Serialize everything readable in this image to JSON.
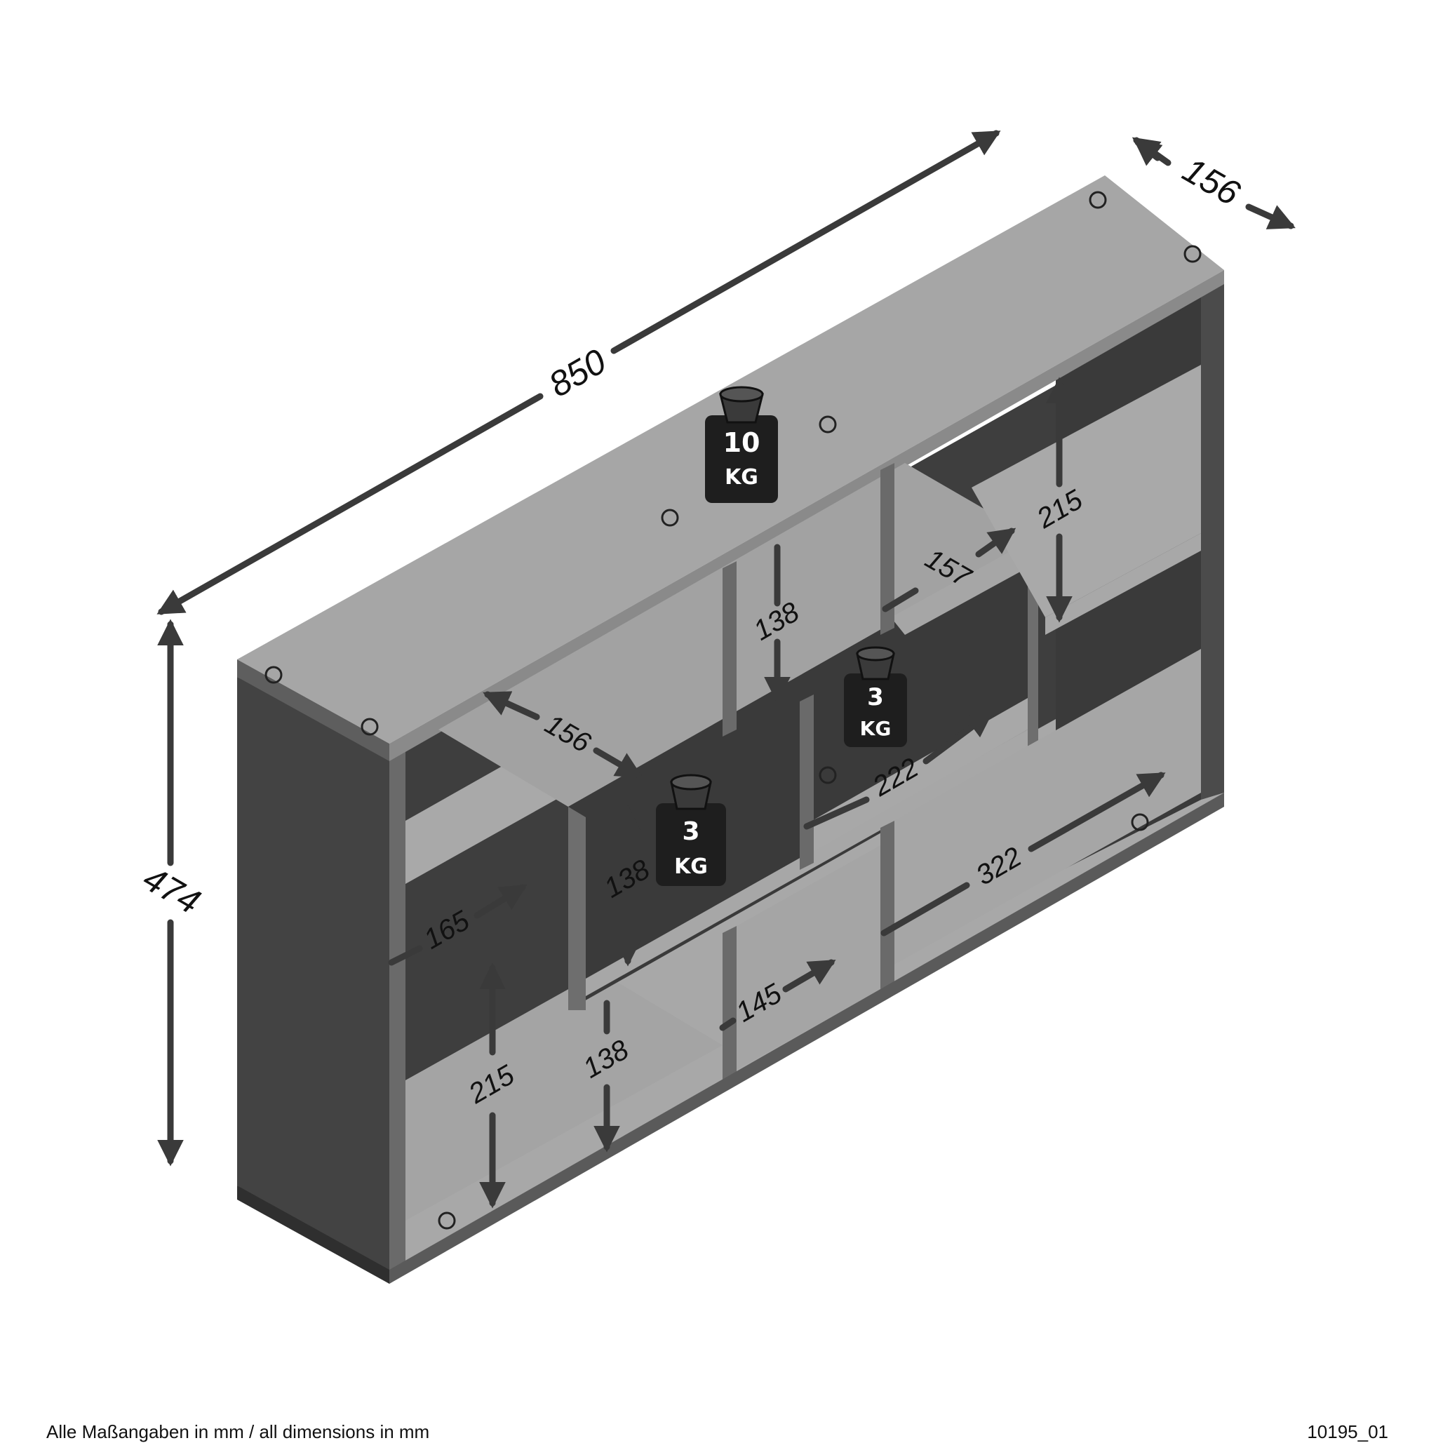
{
  "dimensions": {
    "width": "850",
    "depth": "156",
    "height": "474",
    "top_compartment_height": "215",
    "bottom_compartment_height": "215",
    "compartment_height_upper": "138",
    "compartment_height_middle": "138",
    "compartment_height_lower": "138",
    "inner_depth_156": "156",
    "inner_width_157": "157",
    "inner_width_222": "222",
    "inner_width_165": "165",
    "inner_width_145": "145",
    "inner_width_322": "322"
  },
  "weights": {
    "top": {
      "value": "10",
      "unit": "KG"
    },
    "middle": {
      "value": "3",
      "unit": "KG"
    },
    "lower": {
      "value": "3",
      "unit": "KG"
    }
  },
  "footer": {
    "note": "Alle Maßangaben in mm / all dimensions in mm",
    "article_code": "10195_01"
  },
  "colors": {
    "panel_front": "#3f3f3f",
    "panel_top": "#a5a5a5",
    "panel_dark": "#2c2c2c",
    "weight": "#1e1e1e",
    "arrow": "#3a3a3a"
  }
}
